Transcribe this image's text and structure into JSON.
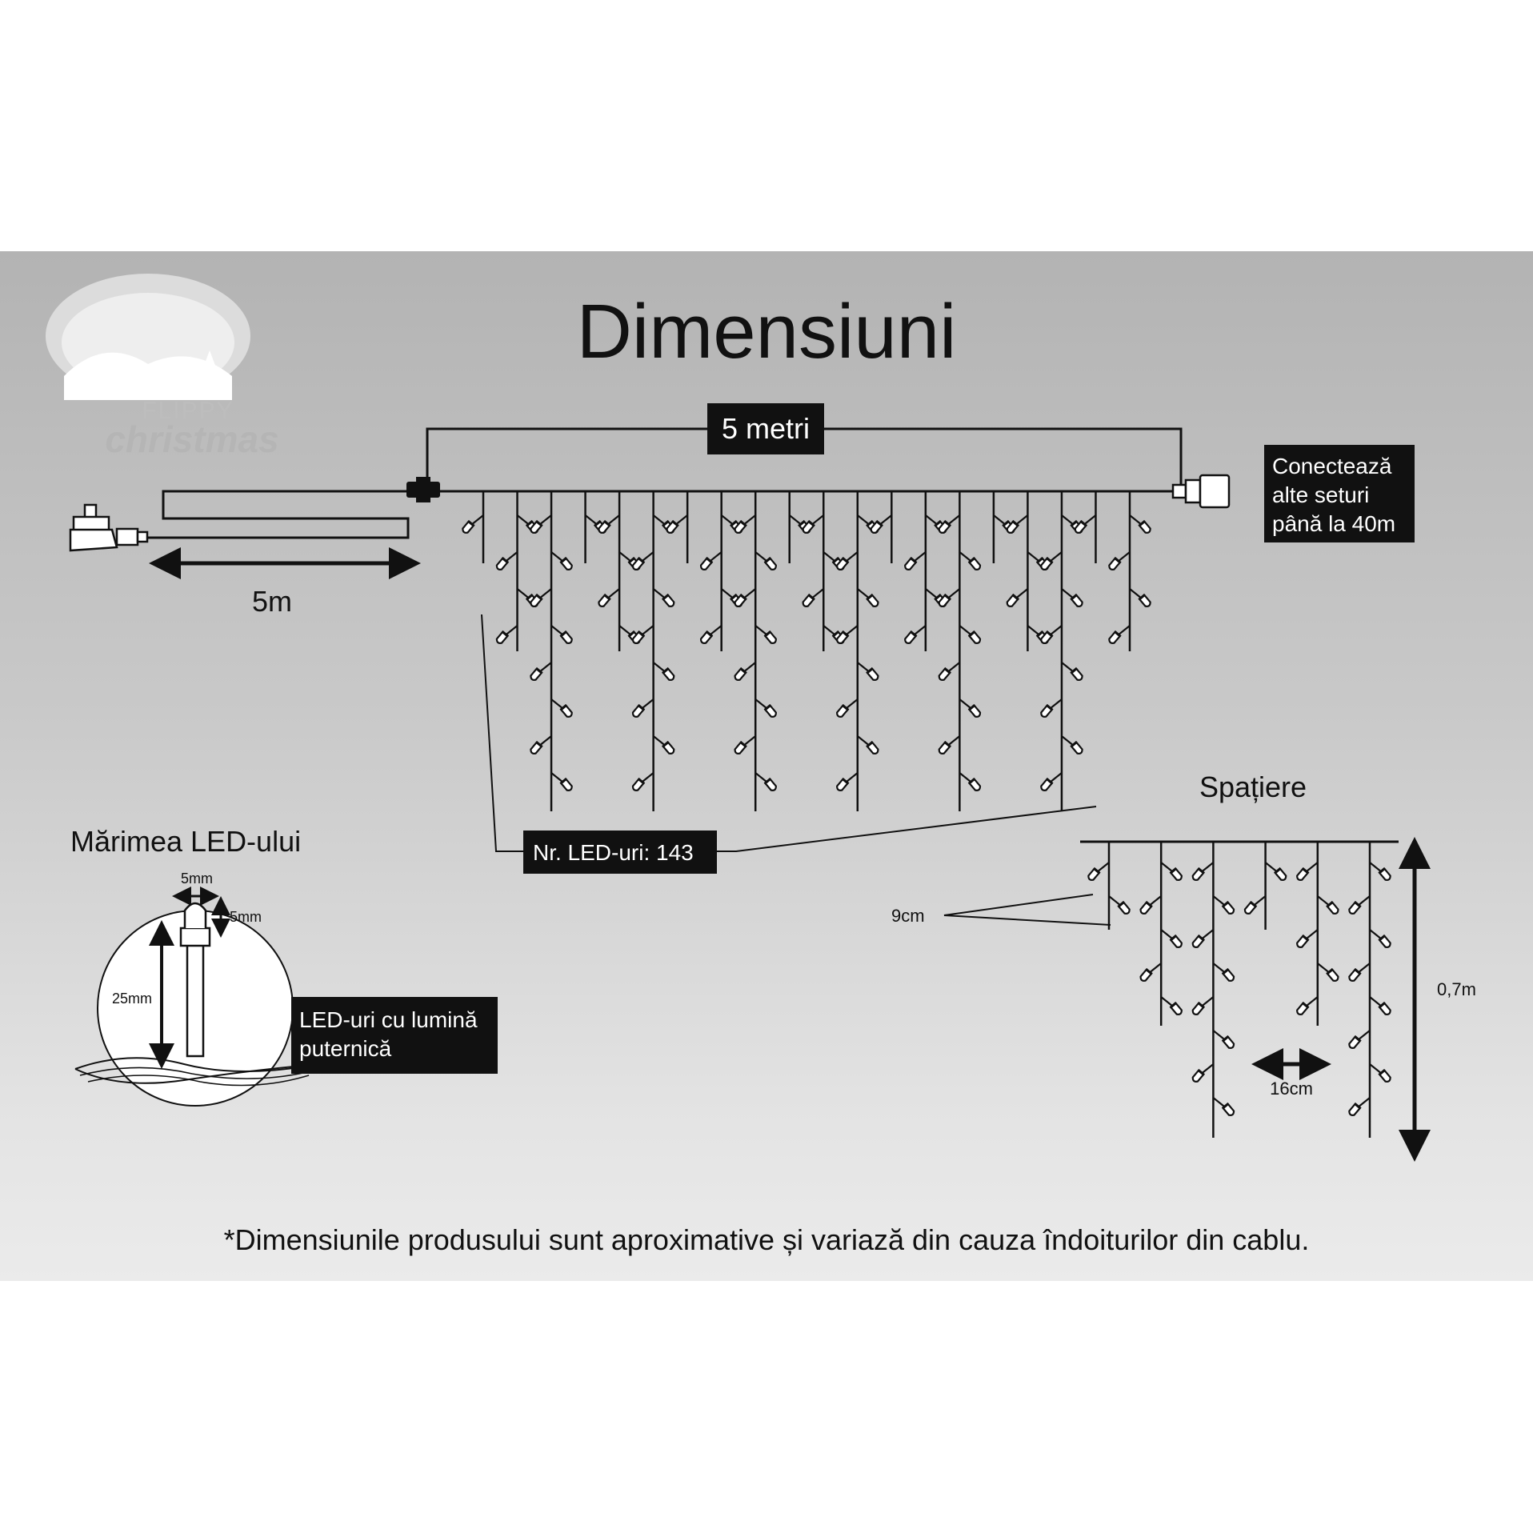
{
  "logo": {
    "line1": "FLIPPY",
    "line2": "christmas"
  },
  "title": "Dimensiuni",
  "main": {
    "length_label": "5 metri",
    "lead_length_label": "5m",
    "connect_note": [
      "Conectează",
      "alte seturi",
      "până la 40m"
    ],
    "led_count_label": "Nr. LED-uri: 143"
  },
  "led_size": {
    "heading": "Mărimea LED-ului",
    "width_label": "5mm",
    "height_label": "5mm",
    "leg_label": "25mm",
    "note": [
      "LED-uri cu lumină",
      "puternică"
    ]
  },
  "spacing": {
    "heading": "Spațiere",
    "led_gap_label": "9cm",
    "drop_gap_label": "16cm",
    "drop_length_label": "0,7m"
  },
  "footnote": "*Dimensiunile produsului sunt aproximative și variază din cauza îndoiturilor din cablu."
}
